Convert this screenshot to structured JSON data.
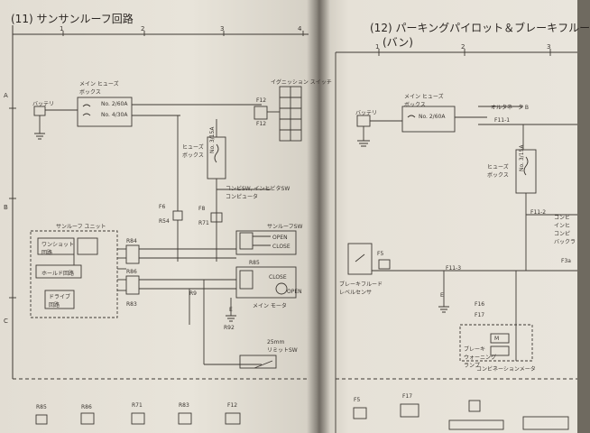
{
  "left_page": {
    "section_title": "(11)  サンサンルーフ回路",
    "col_numbers": [
      "1",
      "2",
      "3",
      "4"
    ],
    "row_letters": [
      "A",
      "B",
      "C"
    ],
    "labels": {
      "battery": "バッテリ",
      "main_fuse_box": "メイン ヒューズ\nボックス",
      "fuse_a": "No. 2/60A",
      "fuse_b": "No. 4/30A",
      "ignition_switch": "イグニッション スイッチ",
      "fuse_box": "ヒューズ\nボックス",
      "fuse_c": "No. 3/15A",
      "combi_note": "コンビSW, インヒビタSW\nコンピュータ",
      "sunroof_unit": "サンルーフ ユニット",
      "one_shot": "ワンショット\n回路",
      "hold": "ホールド回路",
      "drive": "ドライブ\n回路",
      "sunroof_sw": "サンルーフSW",
      "open": "OPEN",
      "close": "CLOSE",
      "close2": "CLOSE",
      "open2": "OPEN",
      "main_motor": "メイン モータ",
      "limit_sw": "25mm\nリミットSW",
      "conn_f8": "F8",
      "conn_r54": "R54",
      "conn_r71": "R71",
      "conn_f12": "F12",
      "conn_f6": "F6",
      "conn_r84": "R84",
      "conn_r85": "R85",
      "conn_r86": "R86",
      "conn_r83": "R83",
      "conn_r92": "R92",
      "conn_r9": "R9",
      "conn_f12_top": "F12",
      "ground_e": "E"
    },
    "bottom_connectors": [
      "R85",
      "R86",
      "R71",
      "R83",
      "F12"
    ]
  },
  "right_page": {
    "section_title": "(12)  パーキングパイロット＆ブレーキフルー",
    "section_title_2": "(バン)",
    "col_numbers": [
      "1",
      "2",
      "3"
    ],
    "labels": {
      "battery": "バッテリ",
      "main_fuse_box": "メイン ヒューズ\nボックス",
      "fuse_a": "No. 2/60A",
      "alternator": "オルタネータ B",
      "fuse_box": "ヒューズ\nボックス",
      "fuse_c": "No. 3/15A",
      "combi_right": "コンビ\nインヒ\nコンピ\nバックラ",
      "brake_fluid": "ブレーキフルード\nレベルセンサ",
      "brake_warning": "ブレーキ\nウォーニング\nランプ",
      "combi_meter": "コンビネーションメータ",
      "conn_f5": "F5",
      "conn_f16": "F16",
      "conn_f17": "F17",
      "conn_e": "E",
      "conn_m": "M",
      "conn_f3a": "F3a",
      "node_1": "F11-1",
      "node_2": "F11-2",
      "node_3": "F11-3"
    },
    "bottom_connectors": [
      "F5",
      "F17"
    ]
  }
}
